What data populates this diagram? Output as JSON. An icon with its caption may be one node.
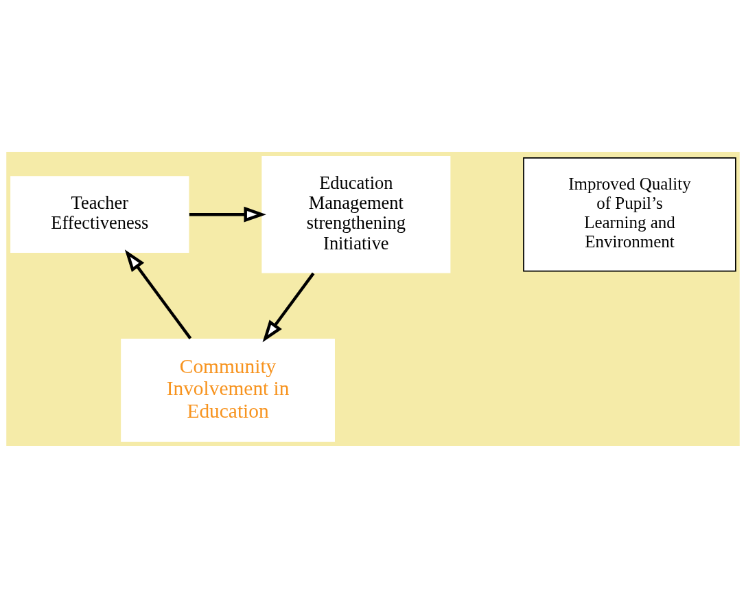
{
  "diagram": {
    "nodes": [
      {
        "text": [
          "Teacher Effectiveness"
        ]
      },
      {
        "text": [
          "Education Management strengthening Initiative"
        ]
      },
      {
        "text": [
          "Improved Quality of Pupil’s Learning and Environment"
        ]
      },
      {
        "text": [
          "Community Involvement in Education"
        ]
      }
    ],
    "edges": [
      {
        "from": 0,
        "to": 1,
        "arrow": "to"
      },
      {
        "from": 1,
        "to": 3,
        "arrow": "to"
      },
      {
        "from": 3,
        "to": 0,
        "arrow": "to"
      }
    ]
  }
}
